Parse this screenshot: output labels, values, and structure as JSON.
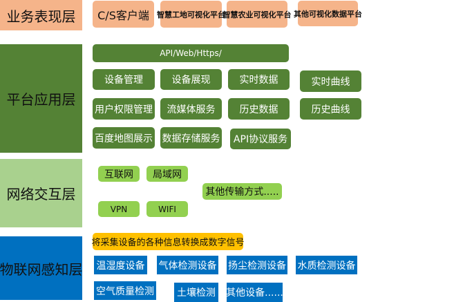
{
  "layers": {
    "business": "业务表现层",
    "platform": "平台应用层",
    "network": "网络交互层",
    "perception": "物联网感知层"
  },
  "colors": {
    "business": "#f5b48a",
    "platform": "#548235",
    "network": "#a9d18e",
    "network_item": "#92d050",
    "perception": "#0070c0",
    "highlight": "#ffc000"
  },
  "business": [
    "C/S客户端",
    "智慧工地可视化平台",
    "智慧农业可视化平台",
    "其他可视化数据平台"
  ],
  "platform": {
    "api": "API/Web/Https/",
    "items": [
      "设备管理",
      "设备展现",
      "实时数据",
      "实时曲线",
      "用户权限管理",
      "流媒体服务",
      "历史数据",
      "历史曲线",
      "百度地图展示",
      "数据存储服务",
      "API协议服务"
    ]
  },
  "network": [
    "互联网",
    "局域网",
    "其他传输方式.....",
    "VPN",
    "WIFI"
  ],
  "perception": {
    "banner": "将采集设备的各种信息转换成数字信号",
    "items": [
      "温湿度设备",
      "气体检测设备",
      "扬尘检测设备",
      "水质检测设备",
      "空气质量检测",
      "土壤检测",
      "其他设备......"
    ]
  }
}
